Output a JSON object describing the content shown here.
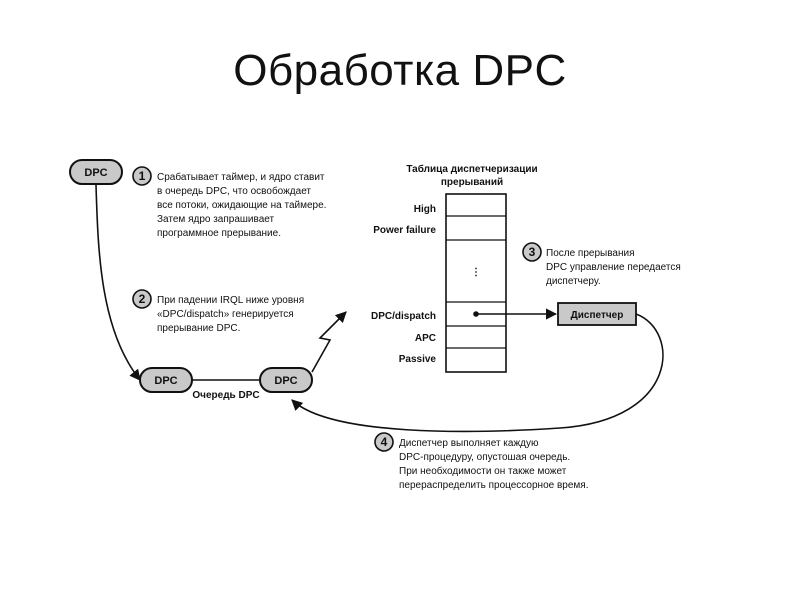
{
  "slide": {
    "title": "Обработка DPC"
  },
  "dpc": {
    "object_label": "DPC",
    "queue_item_1": "DPC",
    "queue_item_2": "DPC",
    "queue_label": "Очередь DPC"
  },
  "table": {
    "title_line1": "Таблица диспетчеризации",
    "title_line2": "прерываний",
    "levels": {
      "high": "High",
      "power_failure": "Power failure",
      "ellipsis": "⋮",
      "dpc_dispatch": "DPC/dispatch",
      "apc": "APC",
      "passive": "Passive"
    }
  },
  "dispatcher": {
    "label": "Диспетчер"
  },
  "steps": [
    {
      "number": "1",
      "lines": [
        "Срабатывает таймер, и ядро ставит",
        "в очередь DPC, что освобождает",
        "все потоки, ожидающие на таймере.",
        "Затем ядро запрашивает",
        "программное прерывание."
      ]
    },
    {
      "number": "2",
      "lines": [
        "При падении IRQL ниже уровня",
        "«DPC/dispatch» генерируется",
        "прерывание DPC."
      ]
    },
    {
      "number": "3",
      "lines": [
        "После прерывания",
        "DPC управление передается",
        "диспетчеру."
      ]
    },
    {
      "number": "4",
      "lines": [
        "Диспетчер выполняет каждую",
        "DPC-процедуру, опустошая очередь.",
        "При необходимости он также может",
        "перераспределить процессорное время."
      ]
    }
  ]
}
